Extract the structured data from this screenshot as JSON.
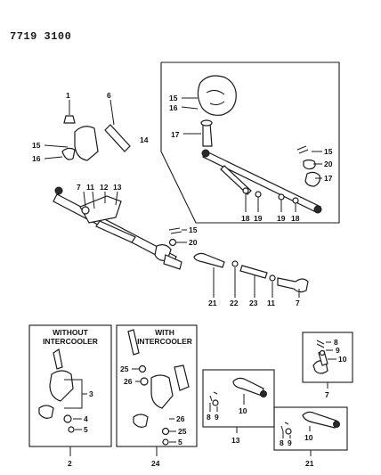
{
  "header": {
    "code": "7719 3100"
  },
  "main_callouts": [
    "1",
    "6",
    "15",
    "16",
    "7",
    "11",
    "12",
    "13",
    "15",
    "20",
    "14",
    "15",
    "16",
    "17",
    "15",
    "20",
    "17",
    "18",
    "19",
    "19",
    "18",
    "21",
    "22",
    "23",
    "11",
    "7"
  ],
  "insets": [
    {
      "title_lines": [
        "WITHOUT",
        "INTERCOOLER"
      ],
      "callouts": [
        "3",
        "4",
        "5"
      ],
      "ref": "2"
    },
    {
      "title_lines": [
        "WITH",
        "INTERCOOLER"
      ],
      "callouts": [
        "25",
        "26",
        "26",
        "25",
        "5"
      ],
      "ref": "24"
    },
    {
      "callouts": [
        "8",
        "9",
        "10"
      ],
      "ref": "13"
    },
    {
      "callouts": [
        "8",
        "9",
        "10"
      ],
      "ref": "7"
    },
    {
      "callouts": [
        "8",
        "9",
        "10"
      ],
      "ref": "21"
    }
  ]
}
